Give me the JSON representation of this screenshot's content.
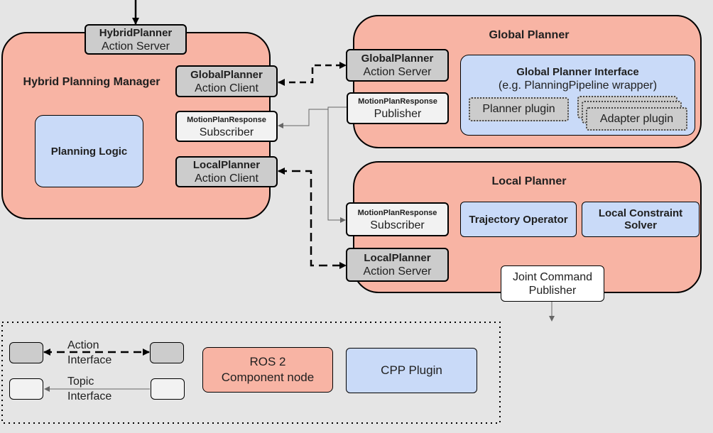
{
  "colors": {
    "background": "#e5e5e5",
    "ros_component_node": "#f8b4a4",
    "cpp_plugin": "#c9daf8",
    "action_interface_box": "#cccccc",
    "topic_interface_box": "#f2f2f2"
  },
  "manager": {
    "title": "Hybrid Planning Manager",
    "hybrid_server": {
      "name": "HybridPlanner",
      "role": "Action Server"
    },
    "planning_logic": "Planning Logic",
    "global_client": {
      "name": "GlobalPlanner",
      "role": "Action Client"
    },
    "mpr_subscriber": {
      "name": "MotionPlanResponse",
      "role": "Subscriber"
    },
    "local_client": {
      "name": "LocalPlanner",
      "role": "Action Client"
    }
  },
  "global_planner": {
    "title": "Global Planner",
    "server": {
      "name": "GlobalPlanner",
      "role": "Action Server"
    },
    "mpr_publisher": {
      "name": "MotionPlanResponse",
      "role": "Publisher"
    },
    "interface": {
      "title": "Global Planner Interface",
      "subtitle": "(e.g. PlanningPipeline wrapper)",
      "planner_plugin": "Planner plugin",
      "adapter_plugin": "Adapter plugin"
    }
  },
  "local_planner": {
    "title": "Local Planner",
    "mpr_subscriber": {
      "name": "MotionPlanResponse",
      "role": "Subscriber"
    },
    "server": {
      "name": "LocalPlanner",
      "role": "Action Server"
    },
    "trajectory_operator": "Trajectory Operator",
    "local_constraint_solver": "Local Constraint Solver",
    "joint_command_publisher": {
      "line1": "Joint Command",
      "line2": "Publisher"
    }
  },
  "legend": {
    "action_interface": {
      "line1": "Action",
      "line2": "Interface"
    },
    "topic_interface": {
      "line1": "Topic",
      "line2": "Interface"
    },
    "ros_component": {
      "line1": "ROS 2",
      "line2": "Component node"
    },
    "cpp_plugin": "CPP Plugin"
  }
}
